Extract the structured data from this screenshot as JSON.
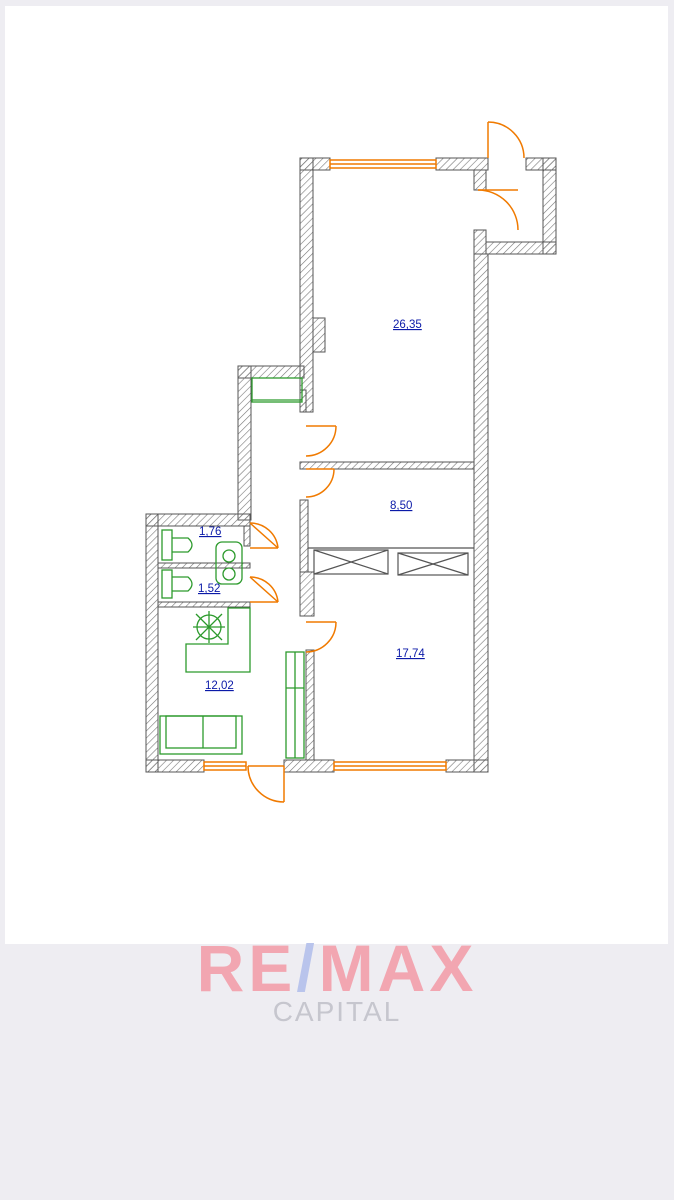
{
  "rooms": [
    {
      "id": "living",
      "area": "26,35"
    },
    {
      "id": "room-small",
      "area": "8,50"
    },
    {
      "id": "bathroom-1",
      "area": "1,76"
    },
    {
      "id": "bathroom-2",
      "area": "1,52"
    },
    {
      "id": "kitchen",
      "area": "12,02"
    },
    {
      "id": "bedroom",
      "area": "17,74"
    }
  ],
  "watermark": {
    "brand_left": "RE",
    "brand_slash": "/",
    "brand_right": "MAX",
    "subtitle": "CAPITAL"
  },
  "colors": {
    "wall_outline": "#555555",
    "hatch": "#777777",
    "window": "#f07a00",
    "door": "#f07a00",
    "furniture": "#2c9a2c",
    "label": "#0b1aa8",
    "watermark_brand": "#f2a6b1",
    "watermark_slash": "#b9c4ec",
    "watermark_sub": "#c6c6ce"
  }
}
